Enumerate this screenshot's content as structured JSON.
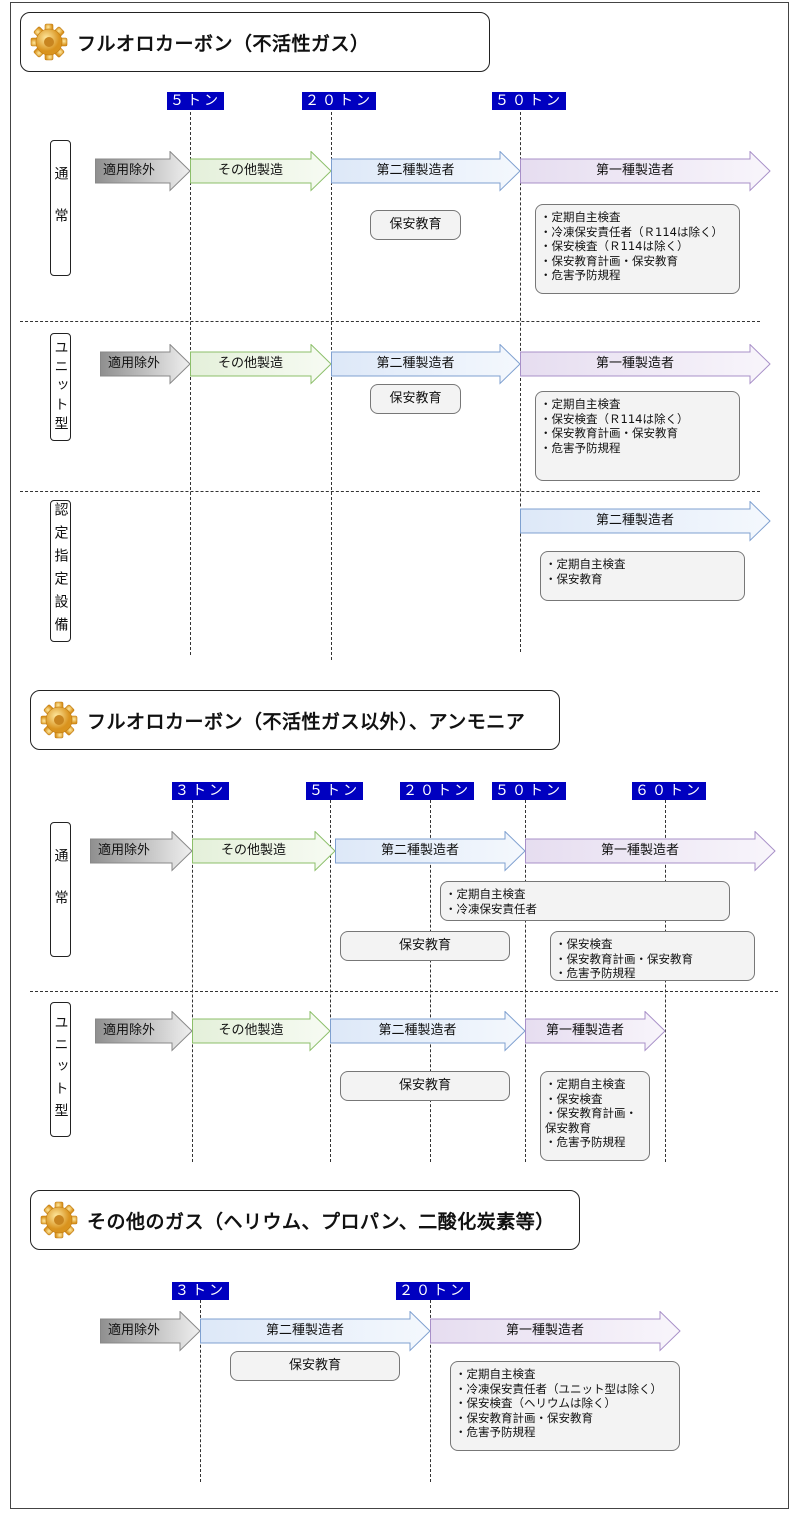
{
  "sections": [
    {
      "title": "フルオロカーボン（不活性ガス）",
      "markers": [
        "５トン",
        "２０トン",
        "５０トン"
      ],
      "rows": [
        {
          "label": "通常",
          "arrows": [
            "適用除外",
            "その他製造",
            "第二種製造者",
            "第一種製造者"
          ],
          "boxes": [
            [
              "保安教育"
            ],
            [
              "・定期自主検査",
              "・冷凍保安責任者（Ｒ114は除く）",
              "・保安検査（Ｒ114は除く）",
              "・保安教育計画・保安教育",
              "・危害予防規程"
            ]
          ]
        },
        {
          "label": "ユニット型",
          "arrows": [
            "適用除外",
            "その他製造",
            "第二種製造者",
            "第一種製造者"
          ],
          "boxes": [
            [
              "保安教育"
            ],
            [
              "・定期自主検査",
              "・保安検査（Ｒ114は除く）",
              "・保安教育計画・保安教育",
              "・危害予防規程"
            ]
          ]
        },
        {
          "label": "認定指定設備",
          "arrows": [
            "第二種製造者"
          ],
          "boxes": [
            [
              "・定期自主検査",
              "・保安教育"
            ]
          ]
        }
      ]
    },
    {
      "title": "フルオロカーボン（不活性ガス以外）、アンモニア",
      "markers": [
        "３トン",
        "５トン",
        "２０トン",
        "５０トン",
        "６０トン"
      ],
      "rows": [
        {
          "label": "通常",
          "arrows": [
            "適用除外",
            "その他製造",
            "第二種製造者",
            "第一種製造者"
          ],
          "boxes": [
            [
              "・定期自主検査",
              "・冷凍保安責任者"
            ],
            [
              "保安教育"
            ],
            [
              "・保安検査",
              "・保安教育計画・保安教育",
              "・危害予防規程"
            ]
          ]
        },
        {
          "label": "ユニット型",
          "arrows": [
            "適用除外",
            "その他製造",
            "第二種製造者",
            "第一種製造者"
          ],
          "boxes": [
            [
              "保安教育"
            ],
            [
              "・定期自主検査",
              "・保安検査",
              "・保安教育計画・",
              "保安教育",
              "・危害予防規程"
            ]
          ]
        }
      ]
    },
    {
      "title": "その他のガス（ヘリウム、プロパン、二酸化炭素等）",
      "markers": [
        "３トン",
        "２０トン"
      ],
      "rows": [
        {
          "label": "",
          "arrows": [
            "適用除外",
            "第二種製造者",
            "第一種製造者"
          ],
          "boxes": [
            [
              "保安教育"
            ],
            [
              "・定期自主検査",
              "・冷凍保安責任者（ユニット型は除く）",
              "・保安検査（ヘリウムは除く）",
              "・保安教育計画・保安教育",
              "・危害予防規程"
            ]
          ]
        }
      ]
    }
  ],
  "colors": {
    "marker": "#0000c0",
    "gray": "#aaaaaa",
    "green": "#8cbf6a",
    "blue": "#7fa0d0",
    "purple": "#a08cc0"
  }
}
